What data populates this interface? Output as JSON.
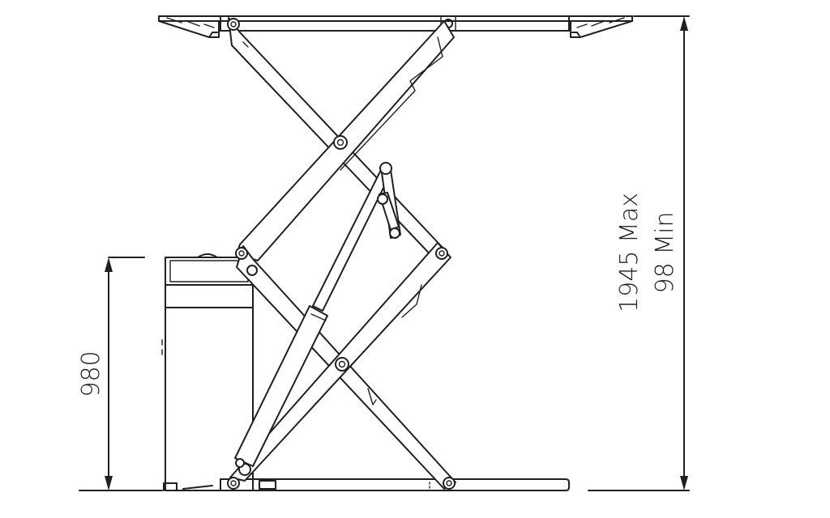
{
  "diagram": {
    "dimensions": {
      "left_height": "980",
      "right_max": "1945 Max",
      "right_min": "98 Min"
    },
    "colors": {
      "line": "#231f20",
      "background": "#ffffff"
    }
  }
}
